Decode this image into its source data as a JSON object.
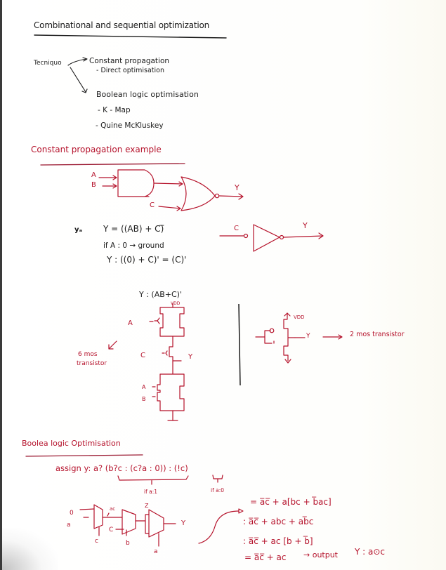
{
  "title": "Combinational and sequential optimization",
  "technique": {
    "label": "Tecniquo",
    "branch1": {
      "title": "Constant propagation",
      "items": [
        "- Direct optimisation"
      ]
    },
    "branch2": {
      "title": "Boolean logic optimisation",
      "items": [
        "- K - Map",
        "- Quine McKluskey"
      ]
    }
  },
  "constant_propagation": {
    "heading": "Constant propagation example",
    "gate_inputs": {
      "a": "A",
      "b": "B",
      "c": "C",
      "y": "Y"
    },
    "inverter": {
      "in": "C",
      "out": "Y"
    },
    "equations": {
      "prefix": "yₐ",
      "eq1": "Y = ((AB) + C)̅",
      "eq2": "if A : 0 → ground",
      "eq3": "Y : ((0) + C)' = (C)'"
    },
    "cmos": {
      "title": "Y : (AB+C)'",
      "vdd": "VDD",
      "pmos_a": "A",
      "pmos_c": "C",
      "nmos_a": "A",
      "nmos_b": "B",
      "out": "Y",
      "note_line1": "6 mos",
      "note_line2": "transistor"
    },
    "inverter_cmos": {
      "vdd": "VDD",
      "out": "Y",
      "note": "2 mos transistor"
    }
  },
  "boolean_logic": {
    "heading": "Boolea logic Optimisation",
    "assign": "assign y: a? (b?c : (c?a : 0)) : (!c)",
    "brace1": "if a:1",
    "brace2": "if a:0",
    "mux": {
      "in0": "0",
      "in1": "a",
      "sel1": "c",
      "mid": "ac",
      "in_c": "C",
      "sel2": "b",
      "top": "Z",
      "sel3": "a",
      "out": "Y"
    },
    "derivation": [
      "= a̅c̅ + a[bc + b̅ac]",
      ": a̅c̅ + abc + ab̅c",
      ": a̅c̅ + ac [b + b̅]",
      "= a̅c̅ + ac"
    ],
    "output_label": "→ output",
    "output_eq": "Y : a⊙c"
  }
}
